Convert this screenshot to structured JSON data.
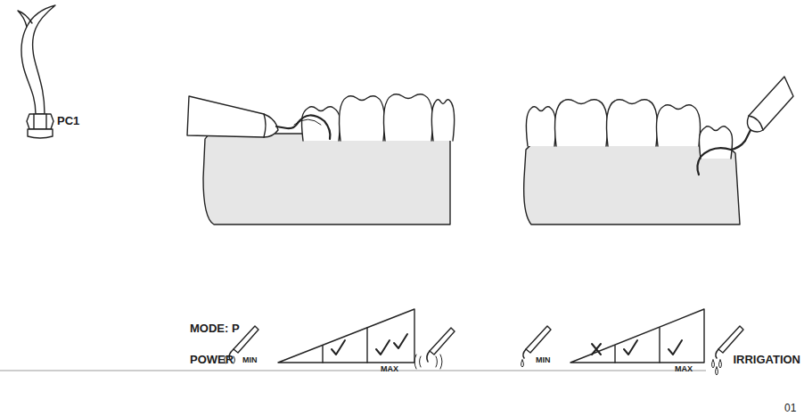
{
  "diagram": {
    "labels": [
      "PC1",
      "MODE: P",
      "POWER",
      "MIN",
      "MAX",
      "MIN",
      "MAX",
      "IRRIGATION",
      "01"
    ]
  }
}
